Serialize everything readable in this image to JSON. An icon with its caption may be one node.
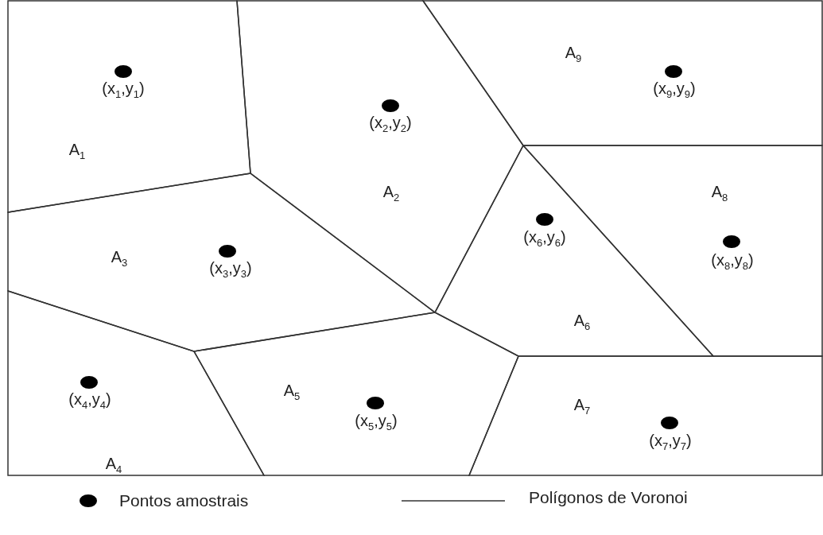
{
  "diagram": {
    "nodes": [
      {
        "text": [
          "A$_{1}$",
          "(x$_{1}$,y$_{1}$)"
        ]
      },
      {
        "text": [
          "(x$_{2}$,y$_{2}$)",
          "A$_{2}$"
        ]
      },
      {
        "text": [
          "A$_{9}$",
          "(x$_{9}$,y$_{9}$)"
        ]
      },
      {
        "text": [
          "A$_{8}$",
          "(x$_{8}$,y$_{8}$)"
        ]
      },
      {
        "text": [
          "A$_{3}$",
          "(x$_{3}$,y$_{3}$)"
        ]
      },
      {
        "text": [
          "A$_{6}$",
          "(x$_{6}$,y$_{6}$)"
        ]
      },
      {
        "text": [
          "(x$_{4}$,y$_{4}$)",
          "A$_{4}$"
        ]
      },
      {
        "text": [
          "A$_{5}$",
          "(x$_{5}$,y$_{5}$)"
        ]
      },
      {
        "text": [
          "A$_{7}$",
          "(x$_{7}$,y$_{7}$)"
        ]
      }
    ],
    "edges": [],
    "legend": [
      {
        "text": "Pontos amostrais"
      },
      {
        "text": "Polígonos de Voronoi"
      }
    ]
  }
}
